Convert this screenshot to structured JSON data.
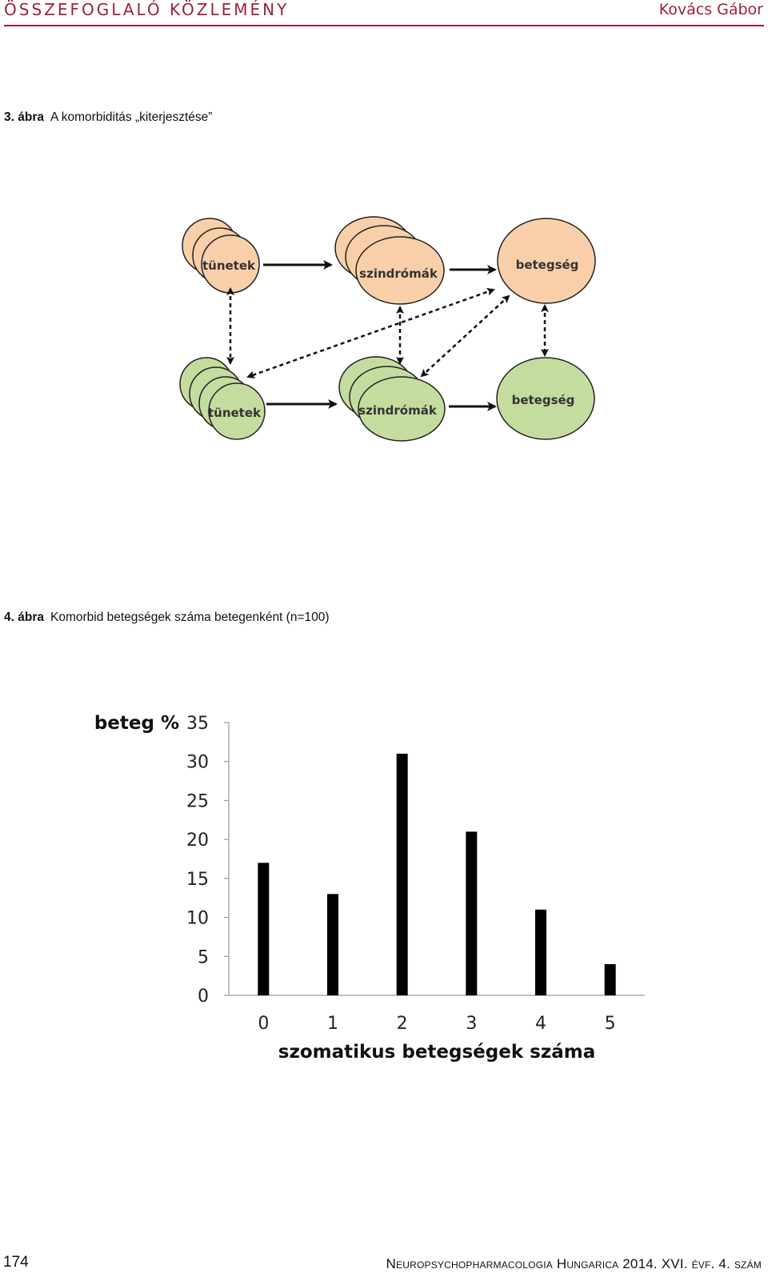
{
  "header": {
    "section": "ÖSSZEFOGLALÓ KÖZLEMÉNY",
    "author": "Kovács Gábor"
  },
  "figure3": {
    "number": "3. ábra",
    "caption": "A komorbiditás „kiterjesztése”",
    "nodes": {
      "top_symptoms": "tünetek",
      "top_syndromes": "szindrómák",
      "top_disease": "betegség",
      "bottom_symptoms": "tünetek",
      "bottom_syndromes": "szindrómák",
      "bottom_disease": "betegség"
    },
    "colors": {
      "top_fill": "#f9cfaa",
      "bottom_fill": "#c5dc9f",
      "stroke": "#222222"
    }
  },
  "figure4": {
    "number": "4. ábra",
    "caption": "Komorbid betegségek száma betegenként (n=100)"
  },
  "chart_data": {
    "type": "bar",
    "ylabel": "beteg %",
    "xlabel": "szomatikus betegségek száma",
    "categories": [
      "0",
      "1",
      "2",
      "3",
      "4",
      "5"
    ],
    "values": [
      17,
      13,
      31,
      21,
      11,
      4
    ],
    "ylim": [
      0,
      35
    ],
    "yticks": [
      "0",
      "5",
      "10",
      "15",
      "20",
      "25",
      "30",
      "35"
    ],
    "grid": false,
    "bar_color": "#000000"
  },
  "footer": {
    "page_number": "174",
    "journal": "Neuropsychopharmacologia Hungarica 2014. XVI. évf. 4. szám"
  }
}
